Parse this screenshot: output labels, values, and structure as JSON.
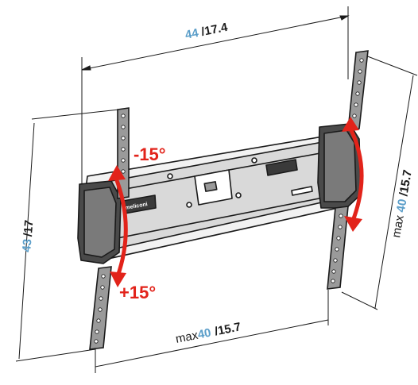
{
  "dimensions": {
    "top_width": {
      "metric": "44",
      "imperial": "/17.4"
    },
    "left_height": {
      "metric": "43",
      "imperial": "/17"
    },
    "right_height": {
      "prefix": "max",
      "metric": "40",
      "imperial": "/15.7"
    },
    "bottom_width": {
      "prefix": "max",
      "metric": "40",
      "imperial": "/15.7"
    }
  },
  "tilt": {
    "up": "-15°",
    "down": "+15°"
  },
  "logo_text": "meliconi",
  "colors": {
    "metric": "#5b9ec9",
    "imperial": "#1a1a1a",
    "tilt_arrow": "#e2231a",
    "line": "#1a1a1a"
  }
}
